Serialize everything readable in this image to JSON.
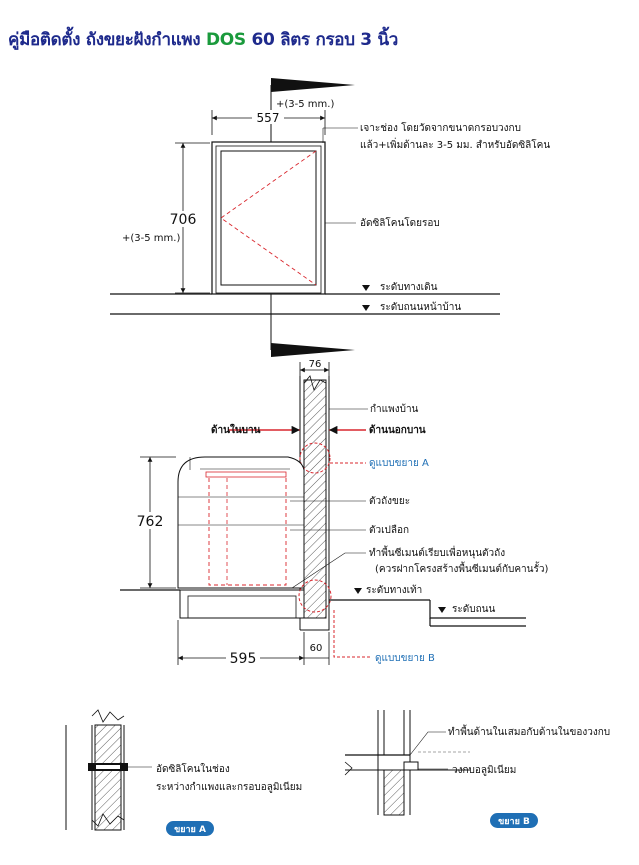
{
  "title": {
    "main": "คู่มือติดตั้ง ถังขยะฝังกำแพง",
    "brand": "DOS",
    "rest": "60 ลิตร กรอบ 3 นิ้ว"
  },
  "top_view": {
    "dim_width": "557",
    "dim_width_tol": "+(3-5 mm.)",
    "dim_height": "706",
    "dim_height_tol": "+(3-5 mm.)",
    "note_cut_line1": "เจาะช่อง โดยวัดจากขนาดกรอบวงกบ",
    "note_cut_line2": "แล้ว+เพิ่มด้านละ  3-5  มม. สำหรับอัดซิลิโคน",
    "note_silicone": "อัดซิลิโคนโดยรอบ",
    "level_walkway": "ระดับทางเดิน",
    "level_road": "ระดับถนนหน้าบ้าน"
  },
  "side_view": {
    "dim_wall": "76",
    "label_wall": "กำแพงบ้าน",
    "label_inside": "ด้านในบาน",
    "label_outside": "ด้านนอกบาน",
    "detail_a": "ดูแบบขยาย A",
    "label_bin": "ตัวถังขยะ",
    "dim_height": "762",
    "label_shell": "ตัวเปลือก",
    "note_floor1": "ทำพื้นซีเมนต์เรียบเพื่อหนุนตัวถัง",
    "note_floor2": "(ควรฝากโครงสร้างพื้นซีเมนต์กับคานรั้ว)",
    "level_walk": "ระดับทางเท้า",
    "level_road": "ระดับถนน",
    "dim_depth": "595",
    "dim_frame": "60",
    "detail_b": "ดูแบบขยาย B"
  },
  "detail_a_view": {
    "note_line1": "อัดซิลิโคนในช่อง",
    "note_line2": "ระหว่างกำแพงและกรอบอลูมิเนียม",
    "badge": "ขยาย A"
  },
  "detail_b_view": {
    "note_floor": "ทำพื้นด้านในเสมอกับด้านในของวงกบ",
    "note_frame": "วงกบอลูมิเนียม",
    "badge": "ขยาย B"
  },
  "colors": {
    "title": "#1e2a8c",
    "brand": "#1a9a3c",
    "detail": "#1f6fb5",
    "dashed_red": "#d9272e"
  }
}
